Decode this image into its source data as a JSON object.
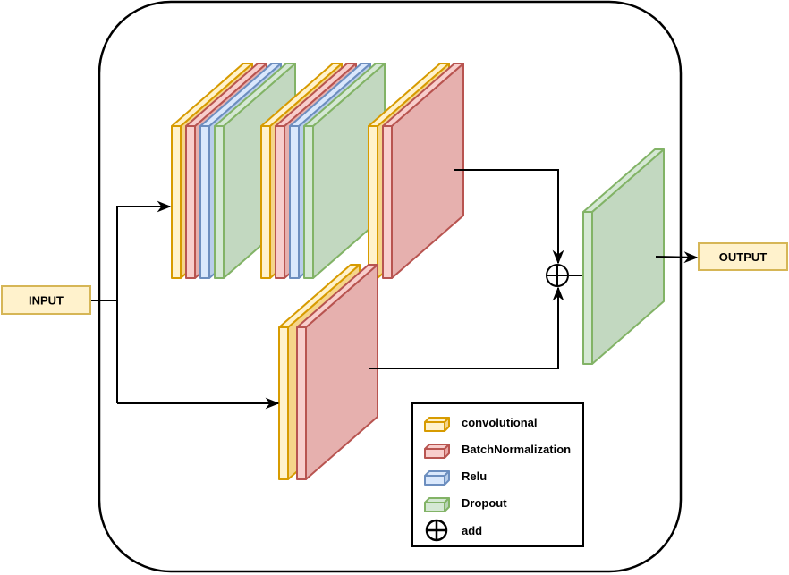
{
  "input_label": "INPUT",
  "output_label": "OUTPUT",
  "legend": [
    {
      "label": "convolutional",
      "front": "#fff2cc",
      "side": "#f5d58a",
      "stroke": "#d79b00"
    },
    {
      "label": "BatchNormalization",
      "front": "#f8cecc",
      "side": "#e9a8a6",
      "stroke": "#b85450"
    },
    {
      "label": "Relu",
      "front": "#dae8fc",
      "side": "#b7cdea",
      "stroke": "#6c8ebf"
    },
    {
      "label": "Dropout",
      "front": "#d5e8d4",
      "side": "#b8d3b6",
      "stroke": "#82b366"
    }
  ],
  "add_label": "add",
  "colors": {
    "conv": {
      "fill": "#fff2cc",
      "side": "#f5d58a",
      "stroke": "#d79b00"
    },
    "bn": {
      "fill": "#f8cecc",
      "side": "#e6b0ae",
      "stroke": "#b85450"
    },
    "relu": {
      "fill": "#dae8fc",
      "side": "#b9cdea",
      "stroke": "#6c8ebf"
    },
    "dropout": {
      "fill": "#d5e8d4",
      "side": "#c2d8c0",
      "stroke": "#82b366"
    },
    "io_fill": "#fff2cc",
    "io_stroke": "#d6b656"
  },
  "blocks": [
    {
      "name": "block-1",
      "layers": [
        "conv",
        "bn",
        "relu",
        "dropout"
      ]
    },
    {
      "name": "block-2",
      "layers": [
        "conv",
        "bn",
        "relu",
        "dropout"
      ]
    },
    {
      "name": "block-3",
      "layers": [
        "conv",
        "bn"
      ]
    },
    {
      "name": "shortcut-block",
      "layers": [
        "conv",
        "bn"
      ]
    },
    {
      "name": "output-block",
      "layers": [
        "dropout"
      ]
    }
  ]
}
